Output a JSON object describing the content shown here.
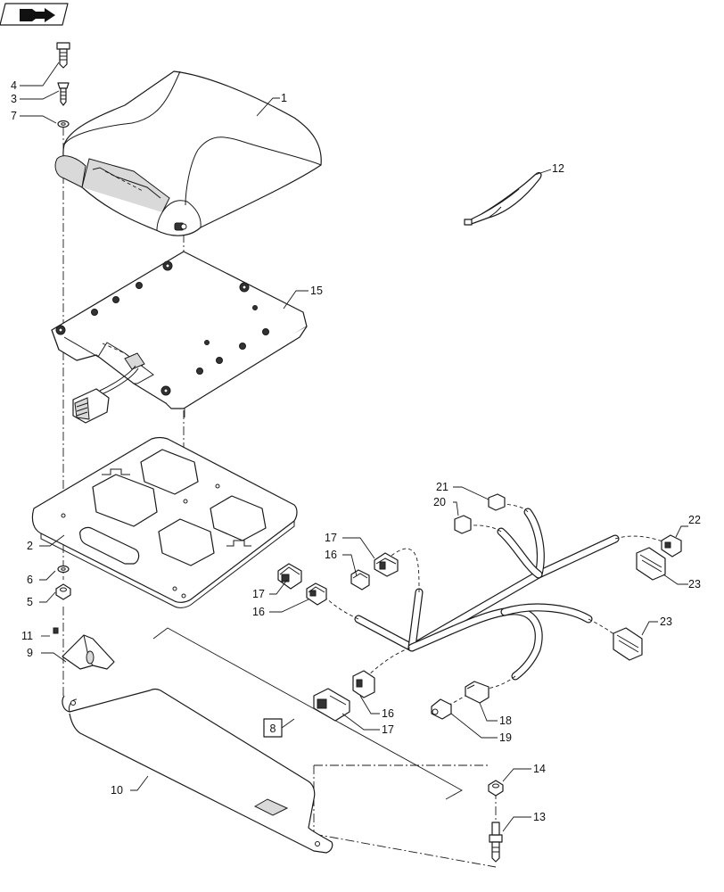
{
  "nav_icon": "back-page-arrow-icon",
  "reference_box": "8",
  "callouts": {
    "c1": "1",
    "c2": "2",
    "c3": "3",
    "c4": "4",
    "c5": "5",
    "c6": "6",
    "c7": "7",
    "c9": "9",
    "c10": "10",
    "c11": "11",
    "c12": "12",
    "c13": "13",
    "c14": "14",
    "c15": "15",
    "c16": "16",
    "c17": "17",
    "c18": "18",
    "c19": "19",
    "c20": "20",
    "c21": "21",
    "c22": "22",
    "c23": "23"
  }
}
